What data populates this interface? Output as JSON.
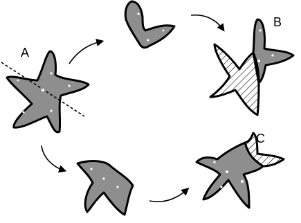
{
  "diagram": {
    "labels": {
      "a": "A",
      "b": "B",
      "c": "C"
    },
    "colors": {
      "regenerated_fill": "#ffffff",
      "original_tissue": "#8e8e8e",
      "outline": "#000000",
      "spots": "#ffffff"
    }
  }
}
